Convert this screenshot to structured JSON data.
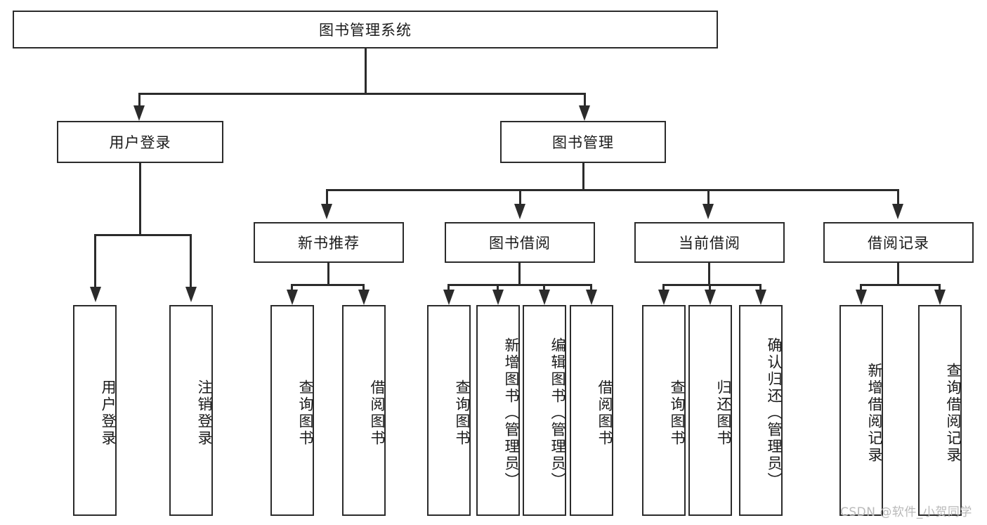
{
  "diagram": {
    "type": "tree",
    "title": "图书管理系统",
    "root": {
      "label": "图书管理系统"
    },
    "level2": [
      {
        "label": "用户登录"
      },
      {
        "label": "图书管理"
      }
    ],
    "level3": [
      {
        "label": "新书推荐"
      },
      {
        "label": "图书借阅"
      },
      {
        "label": "当前借阅"
      },
      {
        "label": "借阅记录"
      }
    ],
    "leaves": {
      "user_login": [
        {
          "label": "用户登录"
        },
        {
          "label": "注销登录"
        }
      ],
      "new_book_recommend": [
        {
          "label": "查询图书"
        },
        {
          "label": "借阅图书"
        }
      ],
      "book_borrow": [
        {
          "label": "查询图书"
        },
        {
          "label": "新增图书（管理员）"
        },
        {
          "label": "编辑图书（管理员）"
        },
        {
          "label": "借阅图书"
        }
      ],
      "current_borrow": [
        {
          "label": "查询图书"
        },
        {
          "label": "归还图书"
        },
        {
          "label": "确认归还（管理员）"
        }
      ],
      "borrow_records": [
        {
          "label": "新增借阅记录"
        },
        {
          "label": "查询借阅记录"
        }
      ]
    }
  },
  "watermark": {
    "text": "CSDN @软件_小贺同学"
  },
  "colors": {
    "stroke": "#2b2b2b",
    "background": "#ffffff",
    "text": "#1a1a1a",
    "watermark": "#b9b9b9"
  }
}
